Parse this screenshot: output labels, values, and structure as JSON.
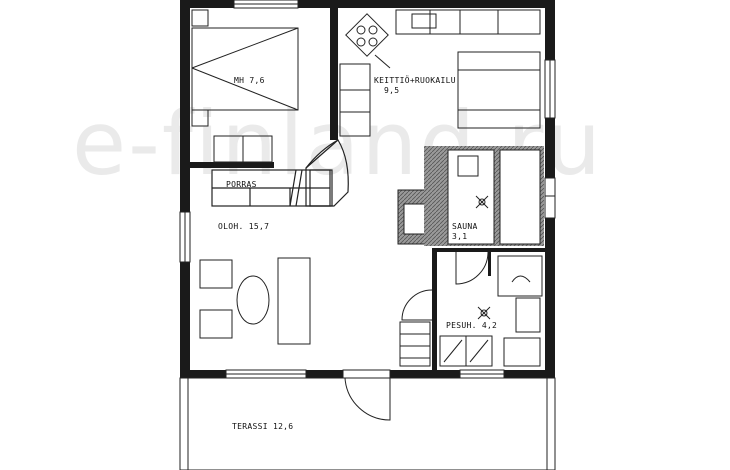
{
  "watermark": "e-finland.ru",
  "rooms": {
    "mh": {
      "name": "MH",
      "area": "7,6"
    },
    "keittio": {
      "name": "KEITTIÖ+RUOKAILU",
      "area": "9,5"
    },
    "porras": {
      "name": "PORRAS"
    },
    "olohuone": {
      "name": "OLOH.",
      "area": "15,7"
    },
    "sauna": {
      "name": "SAUNA",
      "area": "3,1"
    },
    "pesuhuone": {
      "name": "PESUH.",
      "area": "4,2"
    },
    "terassi": {
      "name": "TERASSI",
      "area": "12,6"
    }
  },
  "colors": {
    "wall": "#1a1a1a",
    "line": "#222222",
    "hatch": "#6a6a6a",
    "background": "#ffffff"
  }
}
